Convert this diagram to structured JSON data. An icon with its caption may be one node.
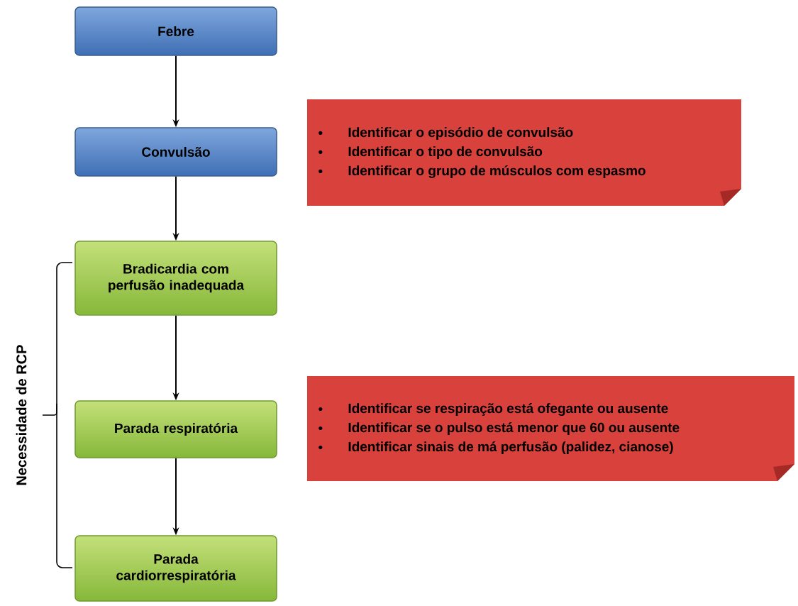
{
  "diagram": {
    "nodes": [
      {
        "text": [
          "Febre"
        ]
      },
      {
        "text": [
          "Convulsão"
        ]
      },
      {
        "text": [
          "Identificar o episódio de convulsão",
          "Identificar o tipo de convulsão",
          "Identificar o grupo de músculos com espasmo"
        ]
      },
      {
        "text": [
          "Bradicardia com perfusão inadequada"
        ]
      },
      {
        "text": [
          "Parada respiratória"
        ]
      },
      {
        "text": [
          "Identificar se respiração está ofegante ou ausente",
          "Identificar se o pulso está menor que 60 ou ausente",
          "Identificar sinais de má perfusão (palidez, cianose)"
        ]
      },
      {
        "text": [
          "Parada cardiorrespiratória"
        ]
      }
    ],
    "edges": [
      {
        "from": 0,
        "to": 1,
        "arrow": "to"
      },
      {
        "from": 1,
        "to": 3,
        "arrow": "to"
      },
      {
        "from": 3,
        "to": 4,
        "arrow": "to"
      },
      {
        "from": 4,
        "to": 6,
        "arrow": "to"
      }
    ],
    "labels": [
      "Necessidade de RCP"
    ]
  }
}
